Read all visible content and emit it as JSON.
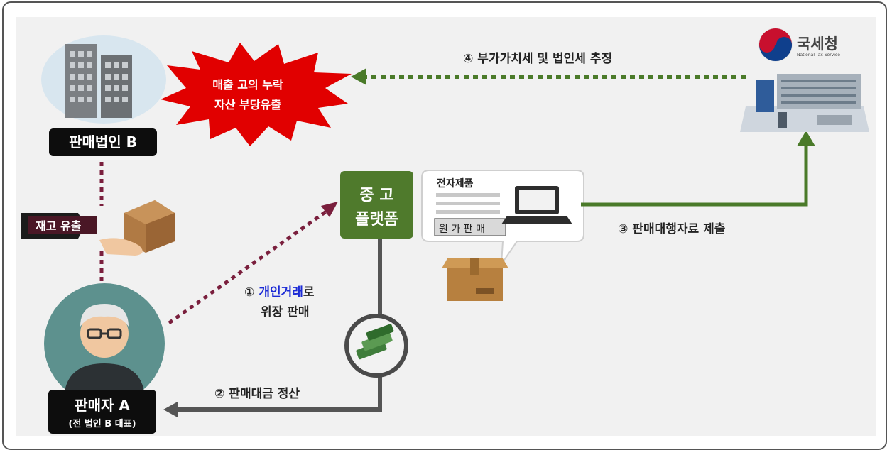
{
  "entities": {
    "corp_b": "판매법인 B",
    "seller_a": "판매자 A",
    "seller_a_note": "(전 법인 B 대표)",
    "platform_line1": "중 고",
    "platform_line2": "플랫폼",
    "nts_name": "국세청",
    "nts_subtitle": "National Tax Service"
  },
  "burst": {
    "line1": "매출 고의 누락",
    "line2": "자산 부당유출"
  },
  "inventory_label": "재고 유출",
  "listing": {
    "title": "전자제품",
    "price_tag": "원 가 판 매"
  },
  "steps": {
    "s1_num": "①",
    "s1_highlight": "개인거래",
    "s1_suffix": "로",
    "s1_line2": "위장 판매",
    "s2": "② 판매대금 정산",
    "s3": "③ 판매대행자료 제출",
    "s4": "④ 부가가치세 및 법인세 추징"
  },
  "colors": {
    "platform_green": "#4f7a2c",
    "arrow_green": "#4a7a29",
    "dotted_maroon": "#7a1f3d",
    "burst_red": "#e10000",
    "highlight_blue": "#1c2bd6",
    "gray_line": "#555555"
  },
  "icons": [
    "office-buildings-icon",
    "handing-box-icon",
    "senior-person-icon",
    "laptop-icon",
    "cardboard-box-icon",
    "cash-bundle-icon",
    "nts-logo-icon",
    "nts-building-icon"
  ]
}
